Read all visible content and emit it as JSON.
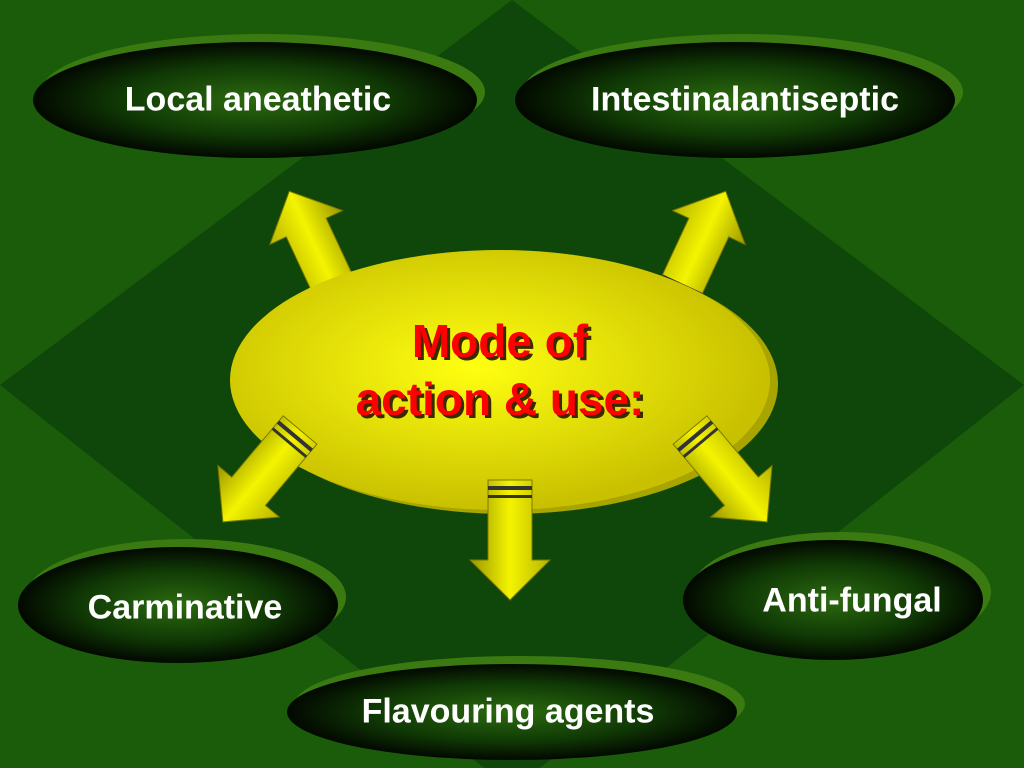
{
  "center": {
    "line1": "Mode of",
    "line2": "action & use:"
  },
  "nodes": [
    {
      "label": "Local aneathetic"
    },
    {
      "label": "Intestinalantiseptic"
    },
    {
      "label": "Carminative"
    },
    {
      "label": "Anti-fungal"
    },
    {
      "label": "Flavouring agents"
    }
  ],
  "colors": {
    "background": "#1b5c0b",
    "diamond": "#0f470a",
    "hub": "#e6e600",
    "title": "#ff0000",
    "arrow": "#e8e800"
  }
}
